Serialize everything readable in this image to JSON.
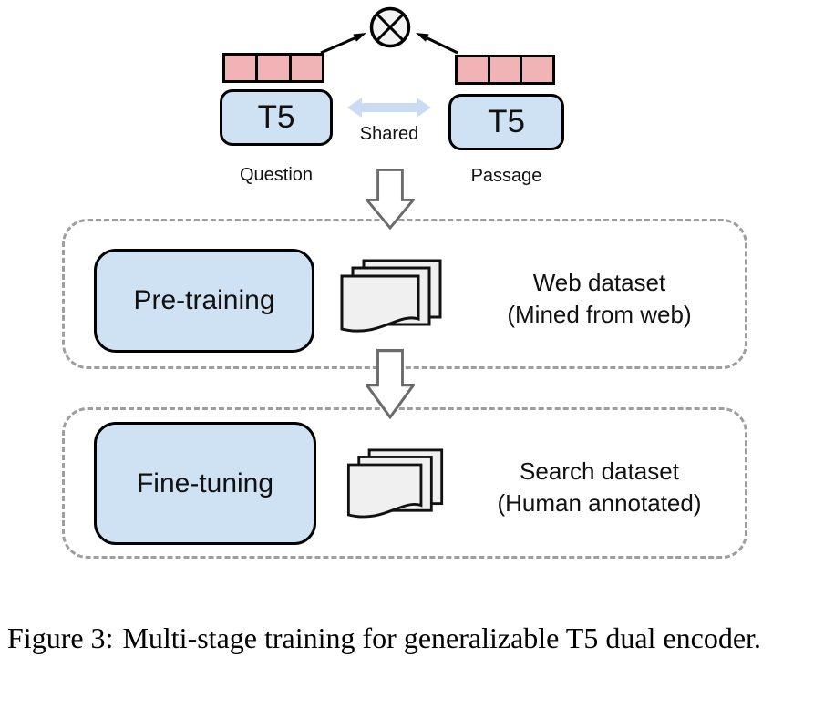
{
  "figure": {
    "caption_prefix": "Figure 3:",
    "caption_text": "Multi-stage training for generalizable T5 dual encoder."
  },
  "dual_encoder": {
    "question_tower_label": "T5",
    "passage_tower_label": "T5",
    "shared_label": "Shared",
    "question_input_label": "Question",
    "passage_input_label": "Passage"
  },
  "stages": [
    {
      "name": "Pre-training",
      "dataset_name": "Web dataset",
      "dataset_source": "(Mined from web)"
    },
    {
      "name": "Fine-tuning",
      "dataset_name": "Search dataset",
      "dataset_source": "(Human annotated)"
    }
  ],
  "icons": {
    "similarity": "circled-times",
    "documents": "document-stack",
    "flow": "hollow-down-arrow",
    "shared": "double-headed-arrow"
  },
  "colors": {
    "encoder_box_fill": "#cfe2f3",
    "embedding_fill": "#f2b3b6",
    "shared_arrow_fill": "#c9dcf3",
    "dashed_border": "#9e9e9e",
    "flow_arrow_stroke": "#6b6b6b",
    "document_fill": "#f0f0f0",
    "similarity_node_fill": "#f3f3f3",
    "outline": "#000000"
  }
}
